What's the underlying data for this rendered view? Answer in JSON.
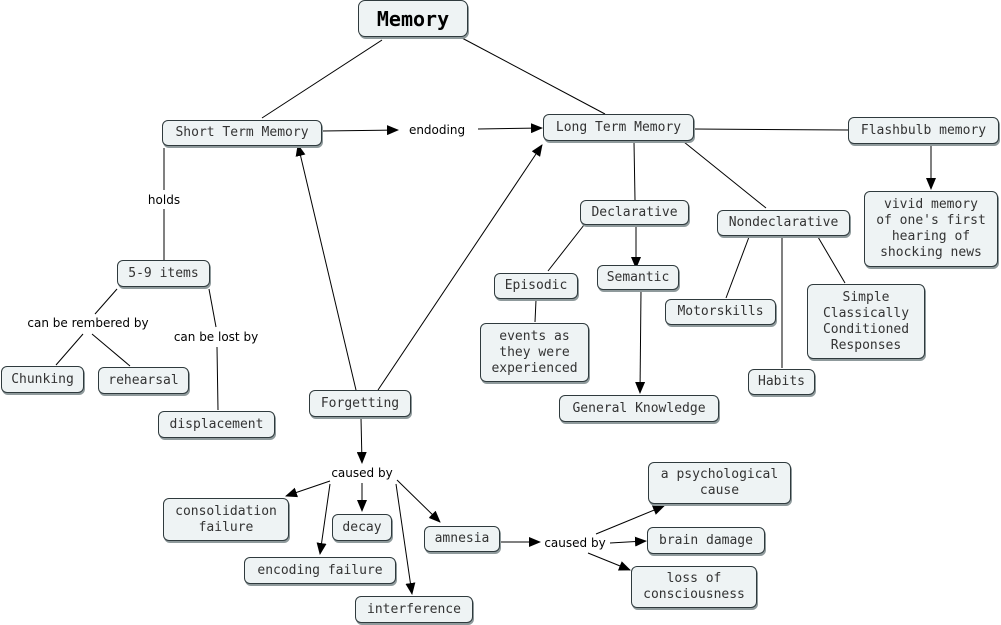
{
  "concepts": {
    "memory": "Memory",
    "stm": "Short Term Memory",
    "ltm": "Long Term Memory",
    "flashbulb": "Flashbulb memory",
    "vivid": "vivid memory\nof one's first\nhearing of\nshocking news",
    "items": "5-9 items",
    "chunking": "Chunking",
    "rehearsal": "rehearsal",
    "displacement": "displacement",
    "forgetting": "Forgetting",
    "declarative": "Declarative",
    "nondeclarative": "Nondeclarative",
    "episodic": "Episodic",
    "semantic": "Semantic",
    "events": "events as\nthey were\nexperienced",
    "general": "General Knowledge",
    "motorskills": "Motorskills",
    "habits": "Habits",
    "classical": "Simple\nClassically\nConditioned\nResponses",
    "consolidation": "consolidation\nfailure",
    "decay": "decay",
    "encoding_failure": "encoding failure",
    "interference": "interference",
    "amnesia": "amnesia",
    "psych_cause": "a psychological\ncause",
    "brain_damage": "brain damage",
    "loss_consciousness": "loss of\nconsciousness"
  },
  "links": {
    "endoding": "endoding",
    "holds": "holds",
    "can_be_rembered_by": "can be rembered by",
    "can_be_lost_by": "can be lost by",
    "caused_by_1": "caused by",
    "caused_by_2": "caused by"
  },
  "colors": {
    "node_fill": "#eef3f4",
    "node_border": "#2f3a3d",
    "line": "#000000"
  }
}
